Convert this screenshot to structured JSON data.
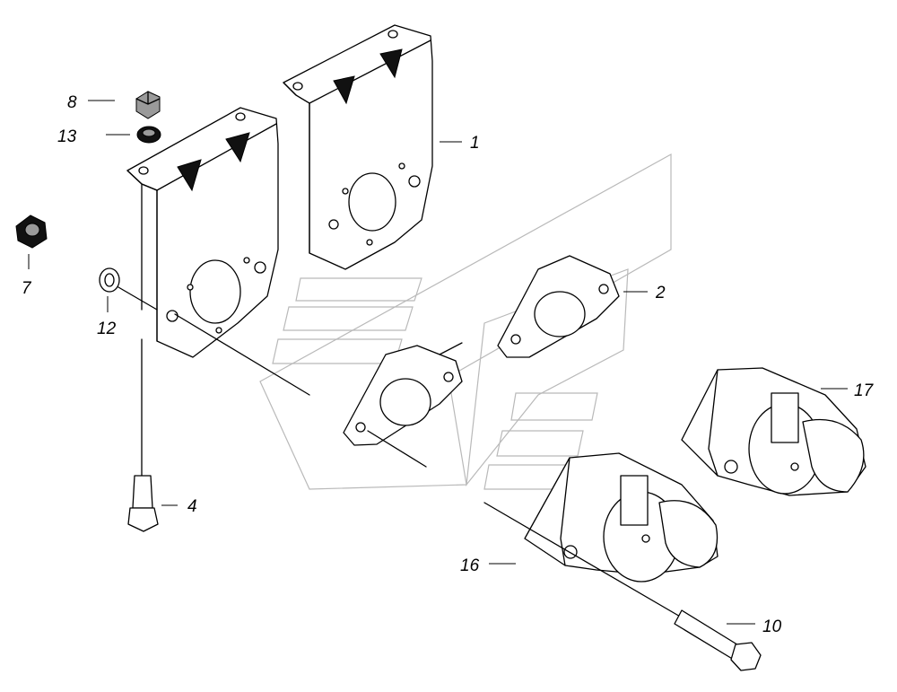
{
  "callouts": {
    "c1": "1",
    "c2": "2",
    "c4": "4",
    "c7": "7",
    "c8": "8",
    "c10": "10",
    "c12": "12",
    "c13": "13",
    "c16": "16",
    "c17": "17"
  }
}
